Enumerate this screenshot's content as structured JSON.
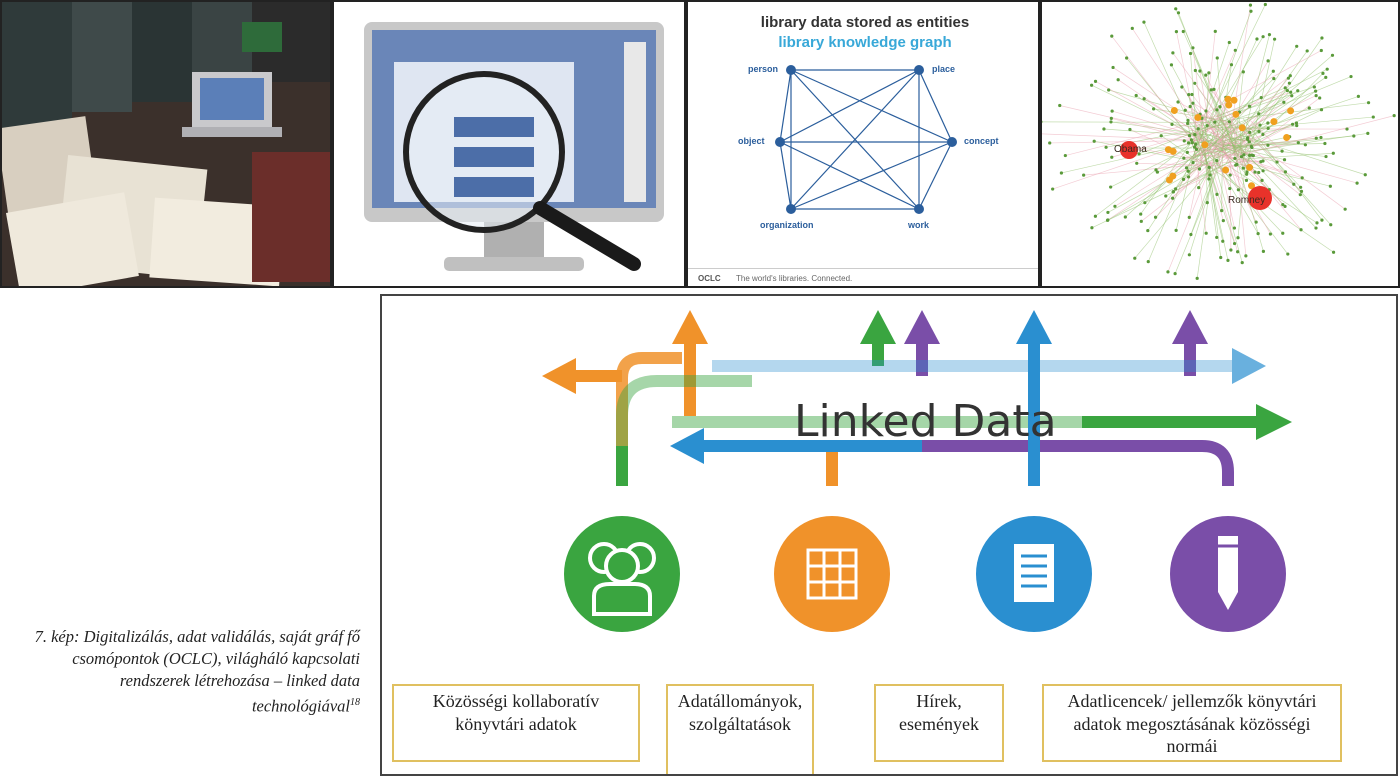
{
  "knowledge_graph": {
    "title": "library data stored as entities",
    "subtitle": "library knowledge graph",
    "nodes": [
      "person",
      "place",
      "object",
      "concept",
      "organization",
      "work"
    ],
    "footer_logo": "OCLC",
    "footer_tagline": "The world's libraries. Connected."
  },
  "network": {
    "labels": [
      "Obama",
      "Romney"
    ]
  },
  "linked_data": {
    "title": "Linked Data",
    "boxes": [
      {
        "text": "Közösségi kollaboratív könyvtári adatok",
        "color": "#e0c060"
      },
      {
        "text": "Adatállományok, szolgáltatások",
        "color": "#e0c060"
      },
      {
        "text": "Hírek, események",
        "color": "#e0c060"
      },
      {
        "text": "Adatlicencek/ jellemzők könyvtári adatok megosztásának közösségi normái",
        "color": "#e0c060"
      }
    ],
    "icons": [
      {
        "name": "community-icon",
        "color": "#3aa540"
      },
      {
        "name": "grid-icon",
        "color": "#f0922a"
      },
      {
        "name": "document-icon",
        "color": "#2a8fd0"
      },
      {
        "name": "pencil-icon",
        "color": "#7a4ea8"
      }
    ]
  },
  "caption": {
    "text": "7. kép: Digitalizálás, adat validálás, saját gráf fő csomópontok (OCLC), világháló kapcsolati rendszerek létrehozása – linked data technológiával",
    "footnote": "18"
  }
}
